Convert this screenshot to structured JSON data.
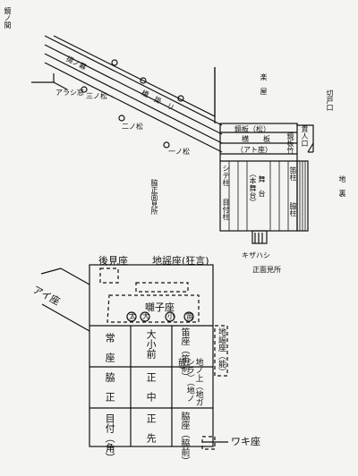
{
  "top": {
    "kagami_no_ma": "鏡ノ間",
    "agemaku": "揚ノ幕",
    "arashimado": "アラシ窓",
    "sannomatsu": "三ノ松",
    "hashigakari": "橋　掛　リ",
    "ninomatsu": "二ノ松",
    "ichinomatsu": "一ノ松",
    "gakuya": "楽　屋",
    "kiridoguchi": "切戸口",
    "kizahashi_label": "貴人口",
    "kagamiita_matsu": "鏡板（松）",
    "kagamiita_take": "鏡板竹",
    "yokoita": "横　　板",
    "atoza": "（アト座）",
    "shitebashira": "シテ柱",
    "metsukebashira": "目付柱",
    "fuebashira": "笛柱",
    "wakibashira": "脇柱",
    "butai": "舞　台",
    "hon_butai": "（本舞台）",
    "kizahashi": "キザハシ",
    "waki_shomen": "脇正面見所",
    "shomen": "正面見所",
    "jiura": "地　裏"
  },
  "bottom": {
    "kokenza": "後見座",
    "jiutaiza_kyogen": "地謡座(狂言)",
    "aiza": "アイ座",
    "hayashiza": "囃子座",
    "instruments": [
      "太",
      "大",
      "小",
      "笛"
    ],
    "jiutaiza_noh": "地謡座（能）",
    "wakiza": "ワキ座",
    "grid": [
      [
        "常　座",
        "大小前",
        "笛座（笛前）"
      ],
      [
        "脇　正",
        "正　中",
        "地ノ上（地ガシラ）（地ノ前）"
      ],
      [
        "目付（角）",
        "正　先",
        "脇座（脇前）"
      ]
    ]
  }
}
